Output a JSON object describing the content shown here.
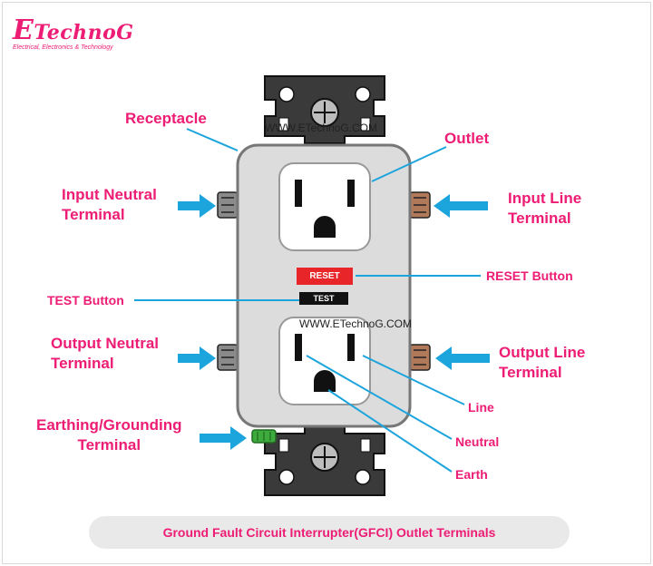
{
  "logo": {
    "initial": "E",
    "name": "TechnoG",
    "tagline": "Electrical, Electronics & Technology"
  },
  "watermarks": [
    "WWW.ETechnoG.COM",
    "WWW.ETechnoG.COM"
  ],
  "buttons": {
    "reset": "RESET",
    "test": "TEST"
  },
  "labels": {
    "receptacle": "Receptacle",
    "outlet": "Outlet",
    "input_neutral": [
      "Input Neutral",
      "Terminal"
    ],
    "input_line": [
      "Input Line",
      "Terminal"
    ],
    "reset_button": "RESET Button",
    "test_button": "TEST Button",
    "output_neutral": [
      "Output Neutral",
      "Terminal"
    ],
    "output_line": [
      "Output Line",
      "Terminal"
    ],
    "line": "Line",
    "neutral": "Neutral",
    "earth": "Earth",
    "earthing": [
      "Earthing/Grounding",
      "Terminal"
    ]
  },
  "caption": "Ground Fault Circuit Interrupter(GFCI) Outlet Terminals",
  "colors": {
    "label": "#ed1c74",
    "leader": "#1ca4dc",
    "reset": "#e8262a",
    "test": "#111111",
    "body": "#dcdcdc",
    "brass": "#b07a5a",
    "green_screw": "#3caa3c"
  }
}
